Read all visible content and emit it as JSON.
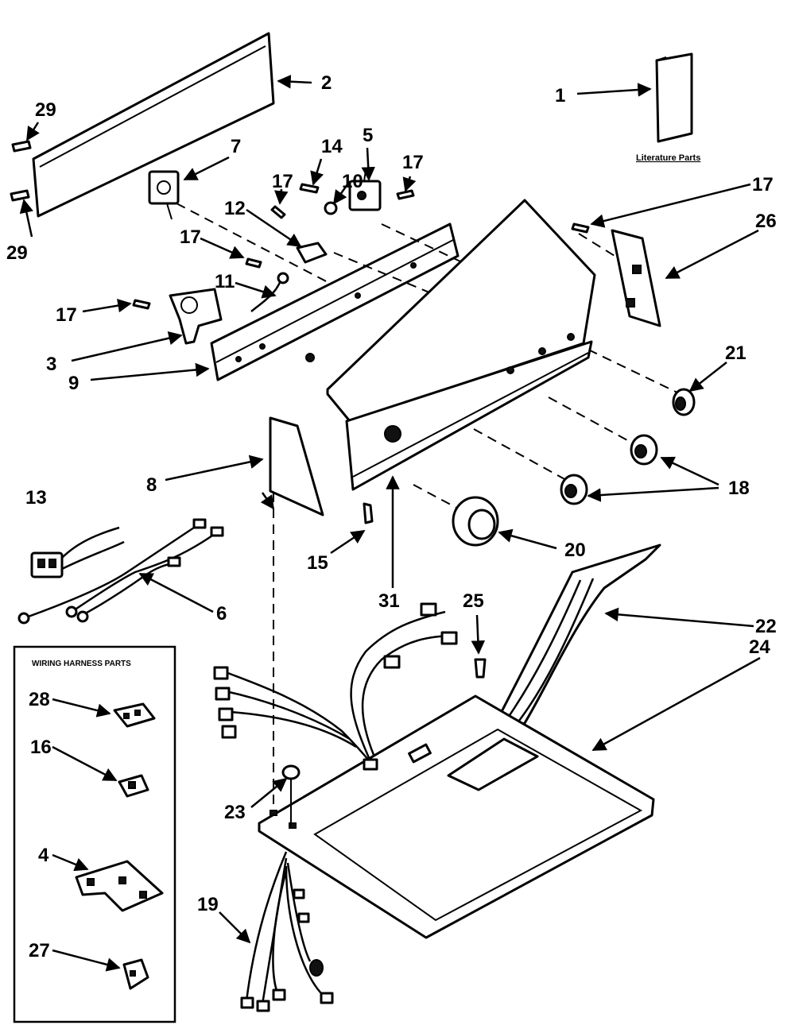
{
  "literature_caption": "Literature Parts",
  "wiring_box_title": "WIRING HARNESS PARTS",
  "callouts": {
    "c1": "1",
    "c2": "2",
    "c3": "3",
    "c4": "4",
    "c5": "5",
    "c6": "6",
    "c7": "7",
    "c8": "8",
    "c9": "9",
    "c10": "10",
    "c11": "11",
    "c12": "12",
    "c13": "13",
    "c14": "14",
    "c15": "15",
    "c16": "16",
    "c17a": "17",
    "c17b": "17",
    "c17c": "17",
    "c17d": "17",
    "c17e": "17",
    "c18": "18",
    "c19": "19",
    "c20": "20",
    "c21": "21",
    "c22": "22",
    "c23": "23",
    "c24": "24",
    "c25": "25",
    "c26": "26",
    "c27": "27",
    "c28": "28",
    "c29a": "29",
    "c29b": "29",
    "c31": "31"
  }
}
